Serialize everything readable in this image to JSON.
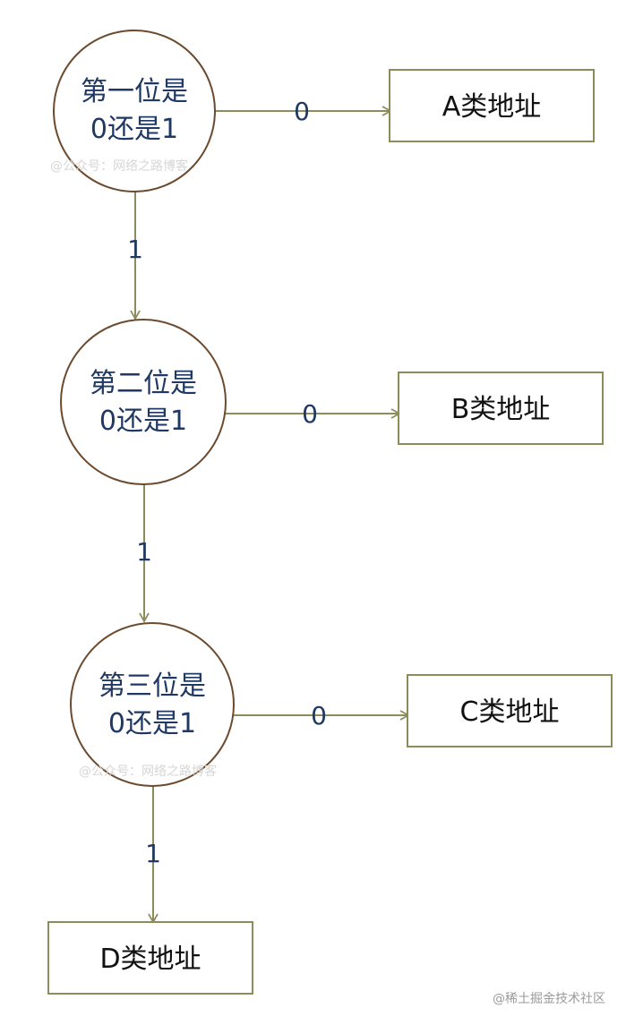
{
  "colors": {
    "circle_stroke": "#6b4a2e",
    "box_stroke": "#8c8c5a",
    "edge": "#8c8c5a",
    "node_text": "#1f3864",
    "box_text": "#111111"
  },
  "decisions": [
    {
      "line1": "第一位是",
      "line2": "0还是1"
    },
    {
      "line1": "第二位是",
      "line2": "0还是1"
    },
    {
      "line1": "第三位是",
      "line2": "0还是1"
    }
  ],
  "outcomes": [
    {
      "label": "A类地址"
    },
    {
      "label": "B类地址"
    },
    {
      "label": "C类地址"
    },
    {
      "label": "D类地址"
    }
  ],
  "edges": {
    "zero_label": "0",
    "one_label": "1"
  },
  "watermarks": {
    "wechat": "@公众号：网络之路博客",
    "platform": "@稀土掘金技术社区"
  }
}
